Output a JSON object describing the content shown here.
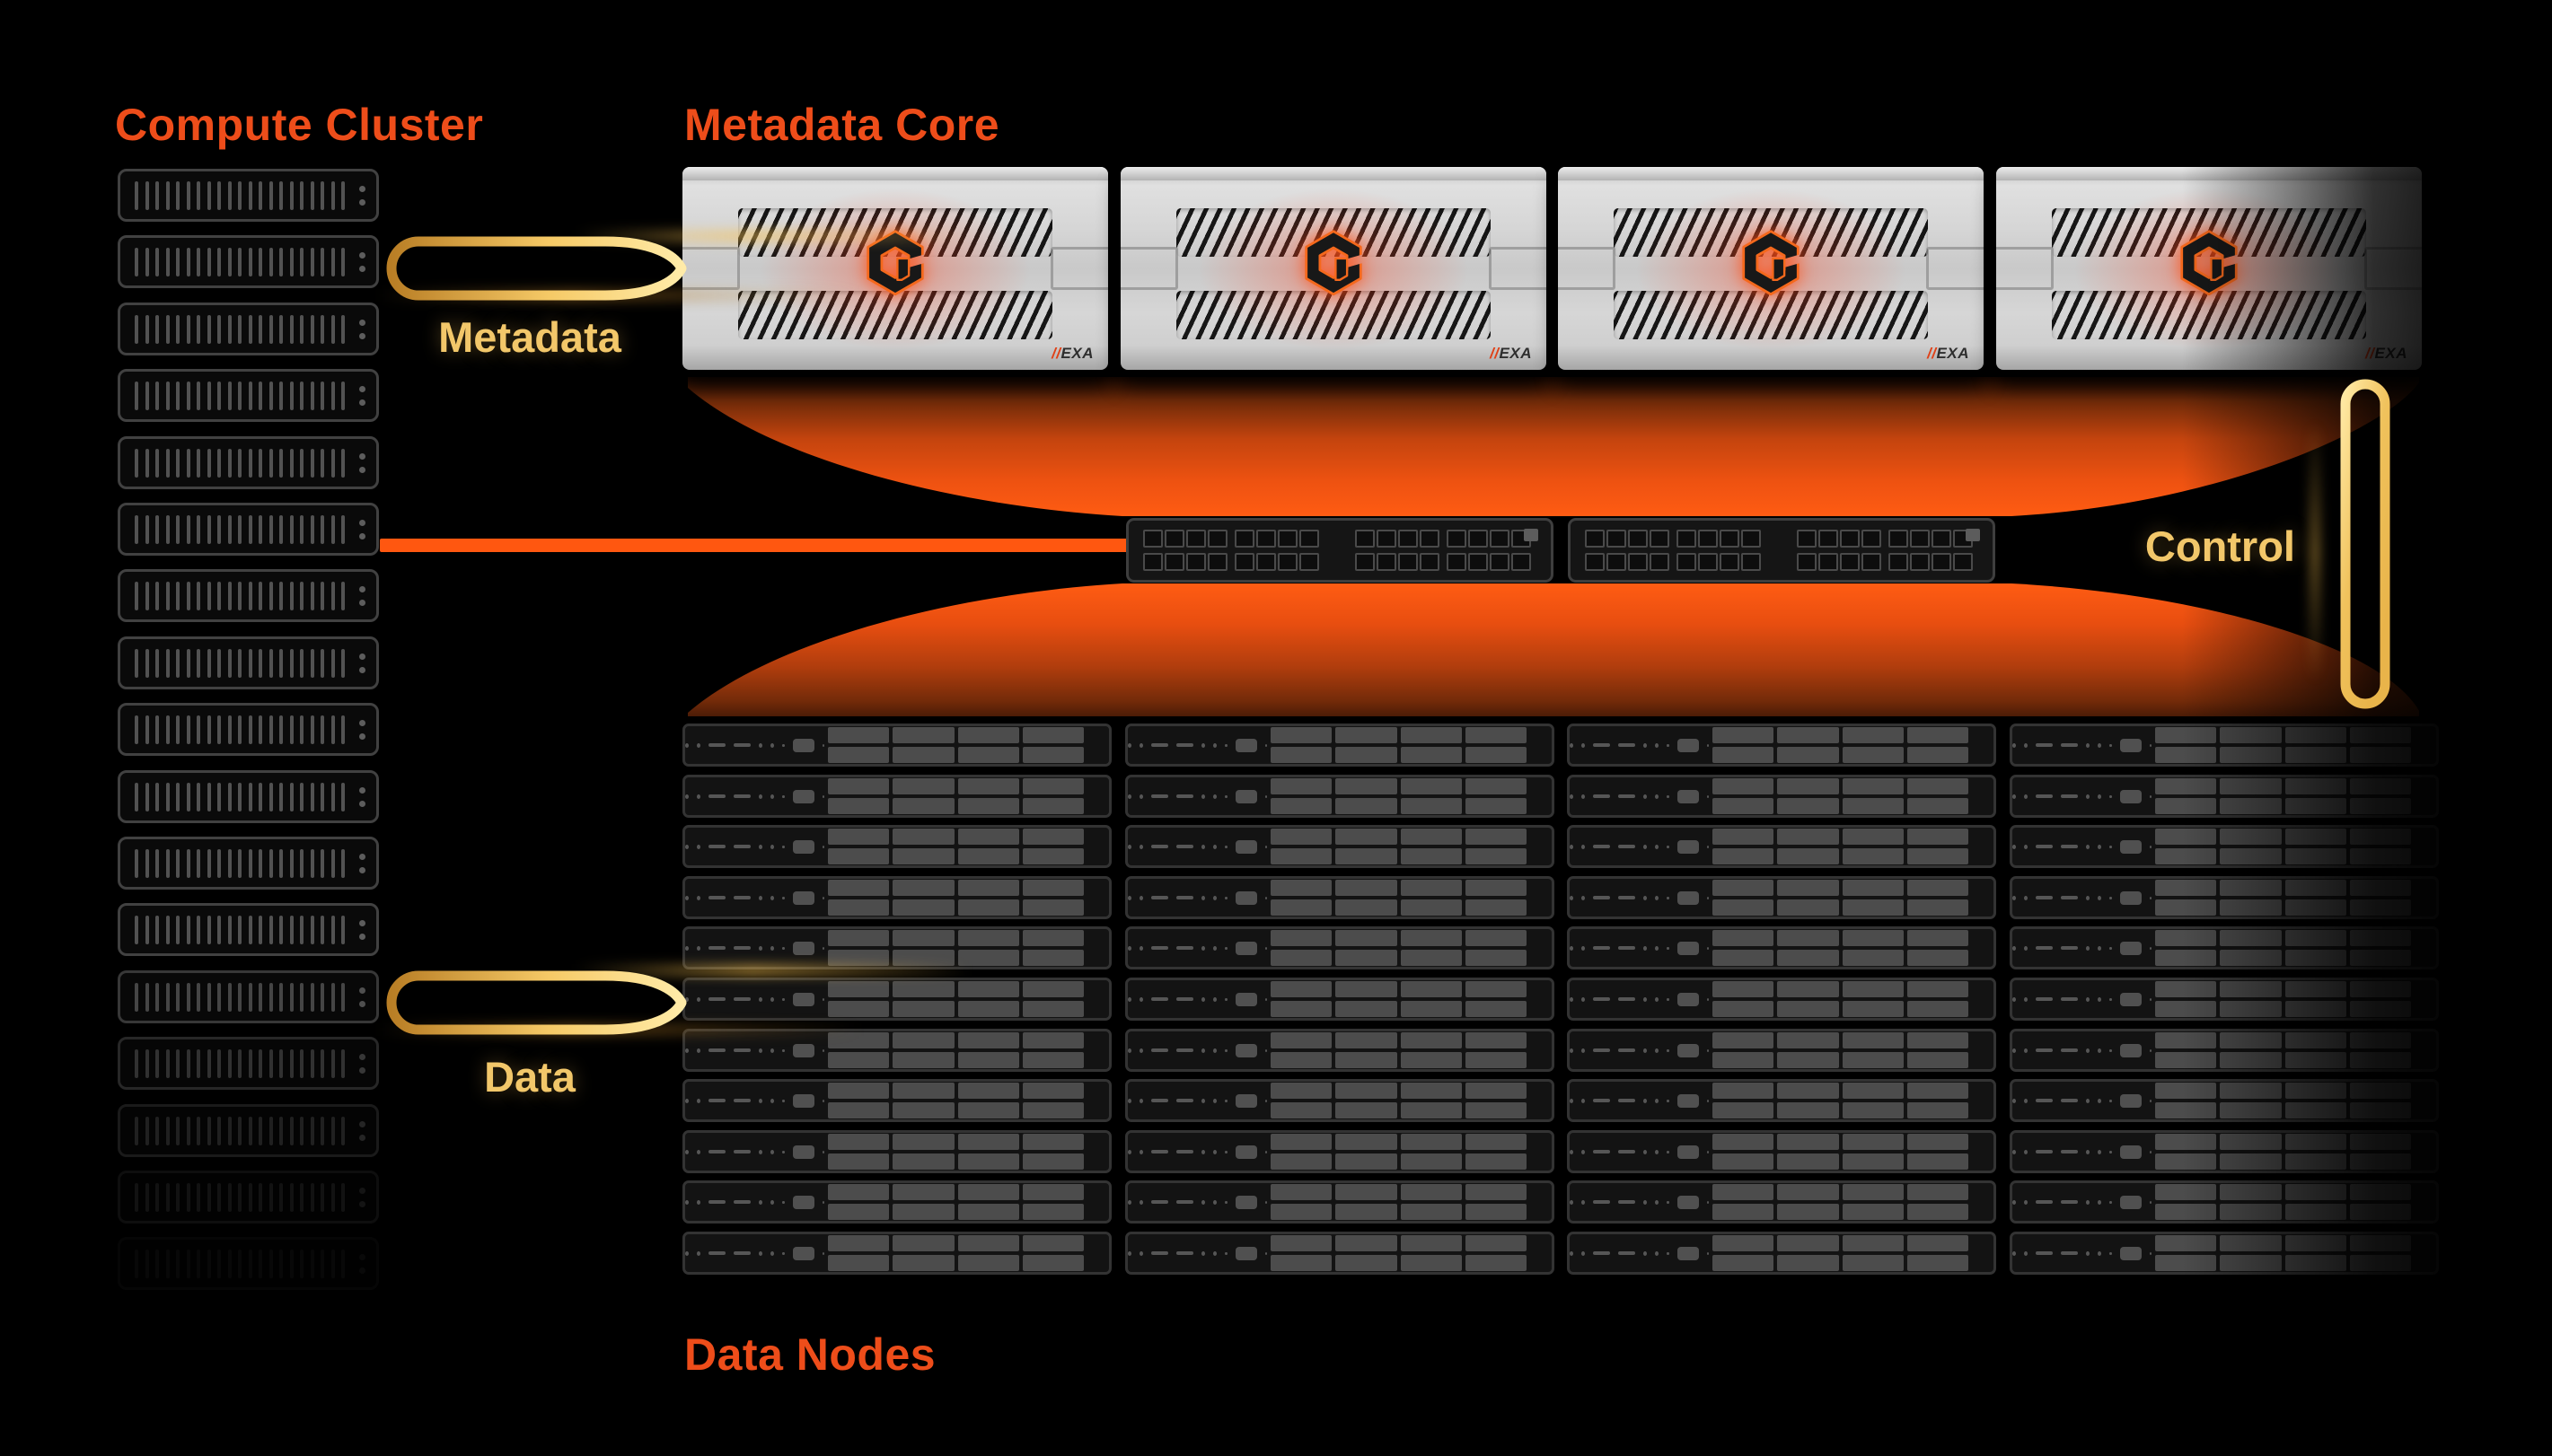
{
  "titles": {
    "compute_cluster": "Compute Cluster",
    "metadata_core": "Metadata Core",
    "data_nodes": "Data Nodes"
  },
  "connectors": {
    "metadata_label": "Metadata",
    "data_label": "Data",
    "control_label": "Control"
  },
  "chassis_badge": {
    "slashes": "//",
    "name": "EXA"
  },
  "colors": {
    "title_orange": "#EE4D1A",
    "gold_text": "#F2C76A",
    "gold_stroke_light": "#FFE9A4",
    "gold_stroke_mid": "#EDBE55",
    "gold_stroke_dark": "#A86F1F",
    "funnel_bright": "#FF5C13",
    "funnel_mid": "#C4440E",
    "funnel_dark": "#140601",
    "line_orange": "#FF5710",
    "logo_rim_orange": "#F4681C"
  },
  "compute_cluster": {
    "server_count": 17,
    "bars_per_server": 21,
    "led_dots_per_server": 2
  },
  "metadata_core": {
    "chassis_count": 4
  },
  "network": {
    "switch_count": 2,
    "port_rows_per_switch": 2,
    "clusters_per_row": 2,
    "groups_per_cluster": 2,
    "ports_per_group": 4
  },
  "data_nodes_grid": {
    "columns": 4,
    "rows": 11,
    "bay_columns": 4,
    "bay_rows": 2
  }
}
